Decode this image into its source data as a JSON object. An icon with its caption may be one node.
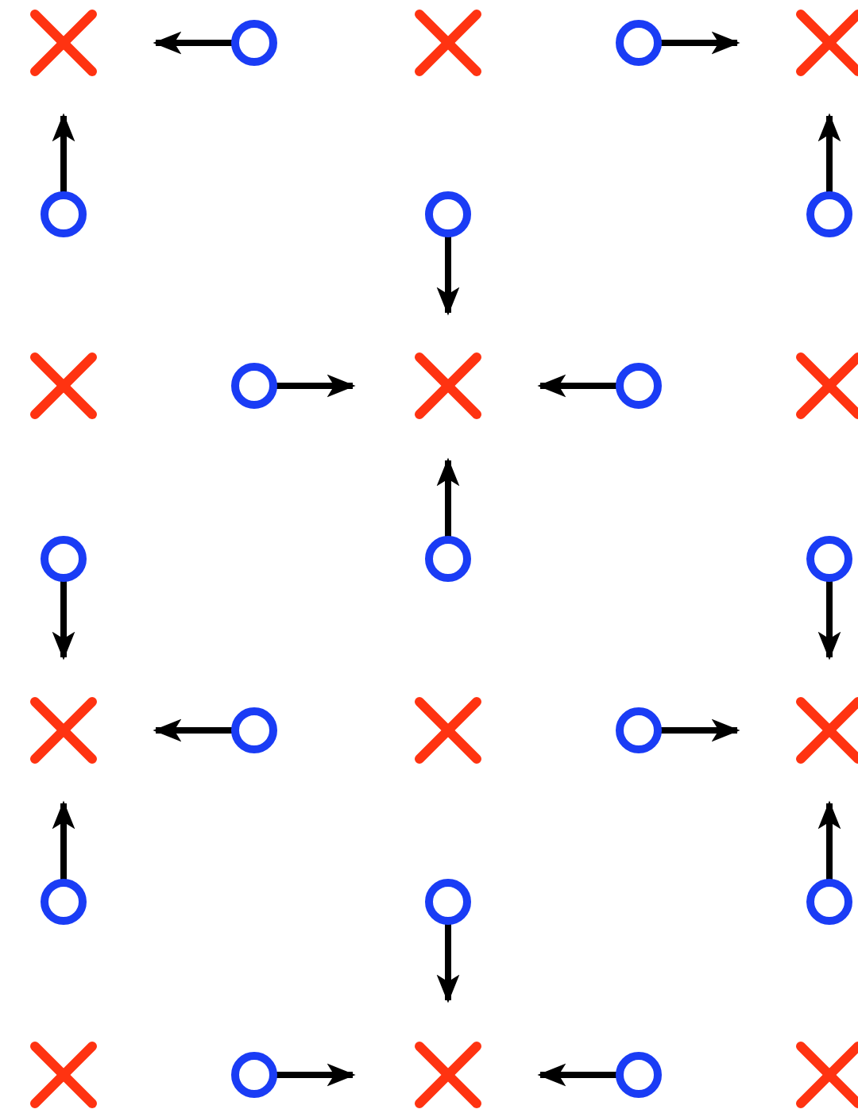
{
  "diagram": {
    "nodes": [
      {
        "text": [],
        "shape": "cross"
      },
      {
        "text": [],
        "shape": "circle"
      },
      {
        "text": [],
        "shape": "cross"
      },
      {
        "text": [],
        "shape": "circle"
      },
      {
        "text": [],
        "shape": "cross"
      },
      {
        "text": [],
        "shape": "circle"
      },
      {
        "text": [],
        "shape": "circle"
      },
      {
        "text": [],
        "shape": "circle"
      },
      {
        "text": [],
        "shape": "cross"
      },
      {
        "text": [],
        "shape": "circle"
      },
      {
        "text": [],
        "shape": "cross"
      },
      {
        "text": [],
        "shape": "circle"
      },
      {
        "text": [],
        "shape": "cross"
      },
      {
        "text": [],
        "shape": "circle"
      },
      {
        "text": [],
        "shape": "circle"
      },
      {
        "text": [],
        "shape": "circle"
      },
      {
        "text": [],
        "shape": "cross"
      },
      {
        "text": [],
        "shape": "circle"
      },
      {
        "text": [],
        "shape": "cross"
      },
      {
        "text": [],
        "shape": "circle"
      },
      {
        "text": [],
        "shape": "cross"
      },
      {
        "text": [],
        "shape": "circle"
      },
      {
        "text": [],
        "shape": "circle"
      },
      {
        "text": [],
        "shape": "circle"
      },
      {
        "text": [],
        "shape": "cross"
      },
      {
        "text": [],
        "shape": "circle"
      },
      {
        "text": [],
        "shape": "cross"
      },
      {
        "text": [],
        "shape": "circle"
      },
      {
        "text": [],
        "shape": "cross"
      }
    ],
    "edges": [
      {
        "from": 1,
        "to": 0,
        "arrow": "to"
      },
      {
        "from": 3,
        "to": 4,
        "arrow": "to"
      },
      {
        "from": 5,
        "to": 0,
        "arrow": "to"
      },
      {
        "from": 6,
        "to": 10,
        "arrow": "to"
      },
      {
        "from": 7,
        "to": 4,
        "arrow": "to"
      },
      {
        "from": 9,
        "to": 10,
        "arrow": "to"
      },
      {
        "from": 11,
        "to": 10,
        "arrow": "to"
      },
      {
        "from": 13,
        "to": 16,
        "arrow": "to"
      },
      {
        "from": 14,
        "to": 10,
        "arrow": "to"
      },
      {
        "from": 15,
        "to": 20,
        "arrow": "to"
      },
      {
        "from": 17,
        "to": 16,
        "arrow": "to"
      },
      {
        "from": 19,
        "to": 20,
        "arrow": "to"
      },
      {
        "from": 21,
        "to": 16,
        "arrow": "to"
      },
      {
        "from": 22,
        "to": 26,
        "arrow": "to"
      },
      {
        "from": 23,
        "to": 20,
        "arrow": "to"
      },
      {
        "from": 25,
        "to": 26,
        "arrow": "to"
      },
      {
        "from": 27,
        "to": 26,
        "arrow": "to"
      }
    ]
  }
}
